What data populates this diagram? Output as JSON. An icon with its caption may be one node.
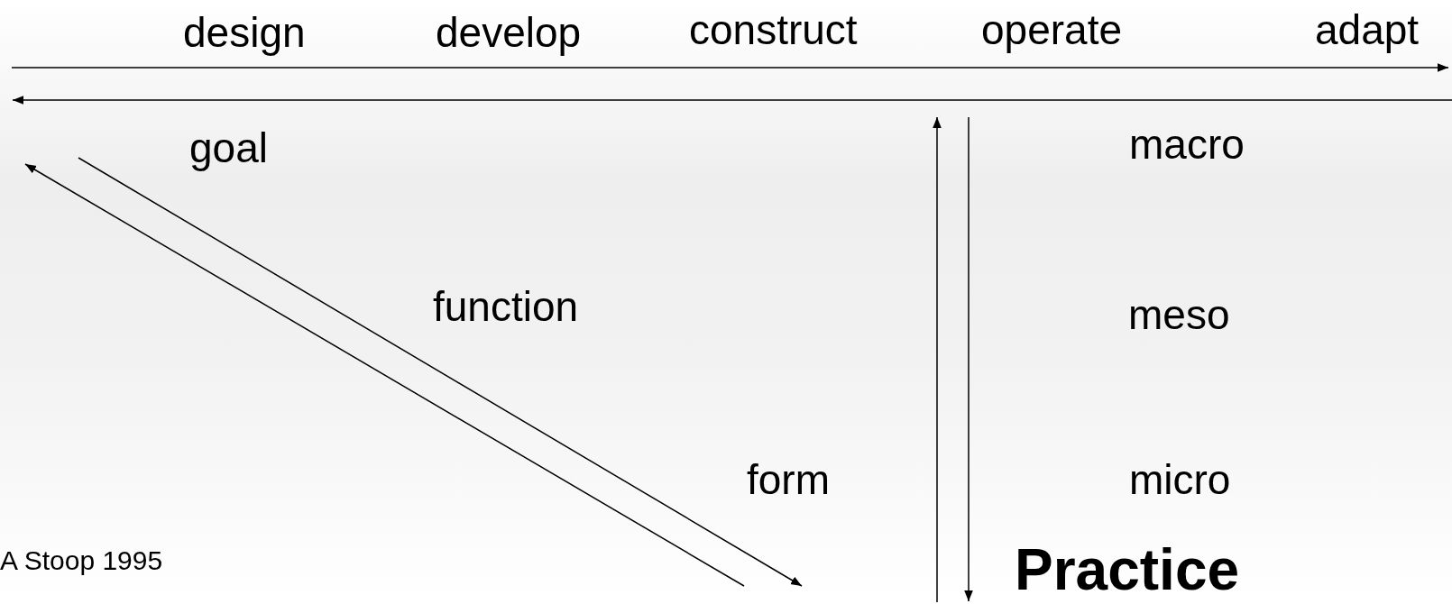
{
  "diagram": {
    "labels": [
      "design",
      "develop",
      "construct",
      "operate",
      "adapt",
      "goal",
      "macro",
      "function",
      "meso",
      "form",
      "micro",
      "A Stoop 1995",
      "Practice"
    ]
  }
}
